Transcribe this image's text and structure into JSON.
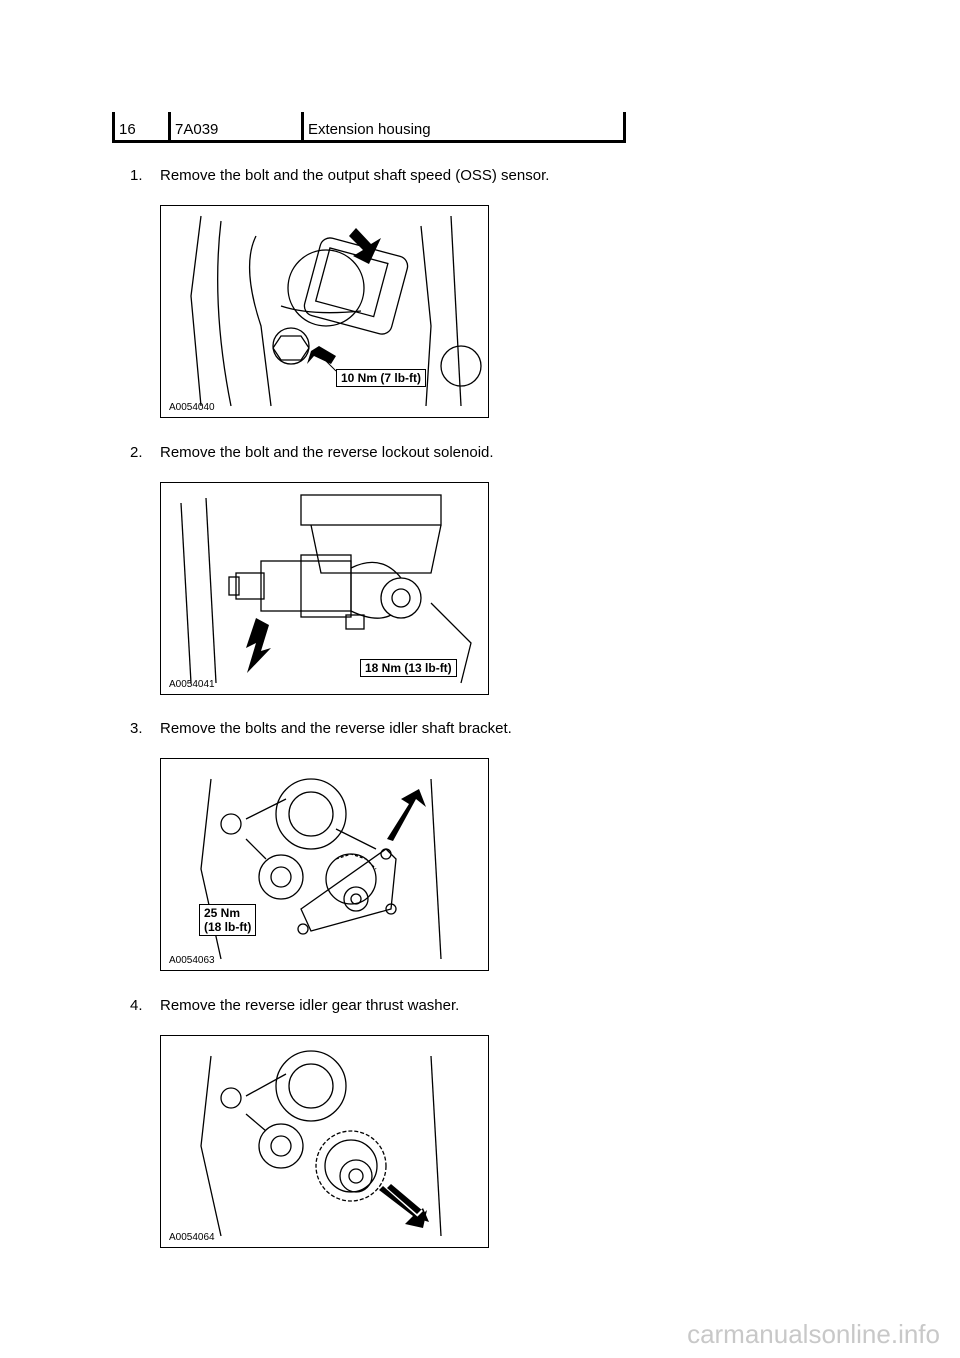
{
  "parts_row": {
    "item": "16",
    "part_number": "7A039",
    "description": "Extension housing"
  },
  "steps": [
    {
      "number": "1.",
      "text": "Remove the bolt and the output shaft speed (OSS) sensor.",
      "figure_id": "A0054040",
      "torque": "10 Nm (7 lb-ft)"
    },
    {
      "number": "2.",
      "text": "Remove the bolt and the reverse lockout solenoid.",
      "figure_id": "A0054041",
      "torque": "18 Nm (13 lb-ft)"
    },
    {
      "number": "3.",
      "text": "Remove the bolts and the reverse idler shaft bracket.",
      "figure_id": "A0054063",
      "torque": "25 Nm\n(18 lb-ft)"
    },
    {
      "number": "4.",
      "text": "Remove the reverse idler gear thrust washer.",
      "figure_id": "A0054064",
      "torque": ""
    }
  ],
  "watermark": "carmanualsonline.info"
}
